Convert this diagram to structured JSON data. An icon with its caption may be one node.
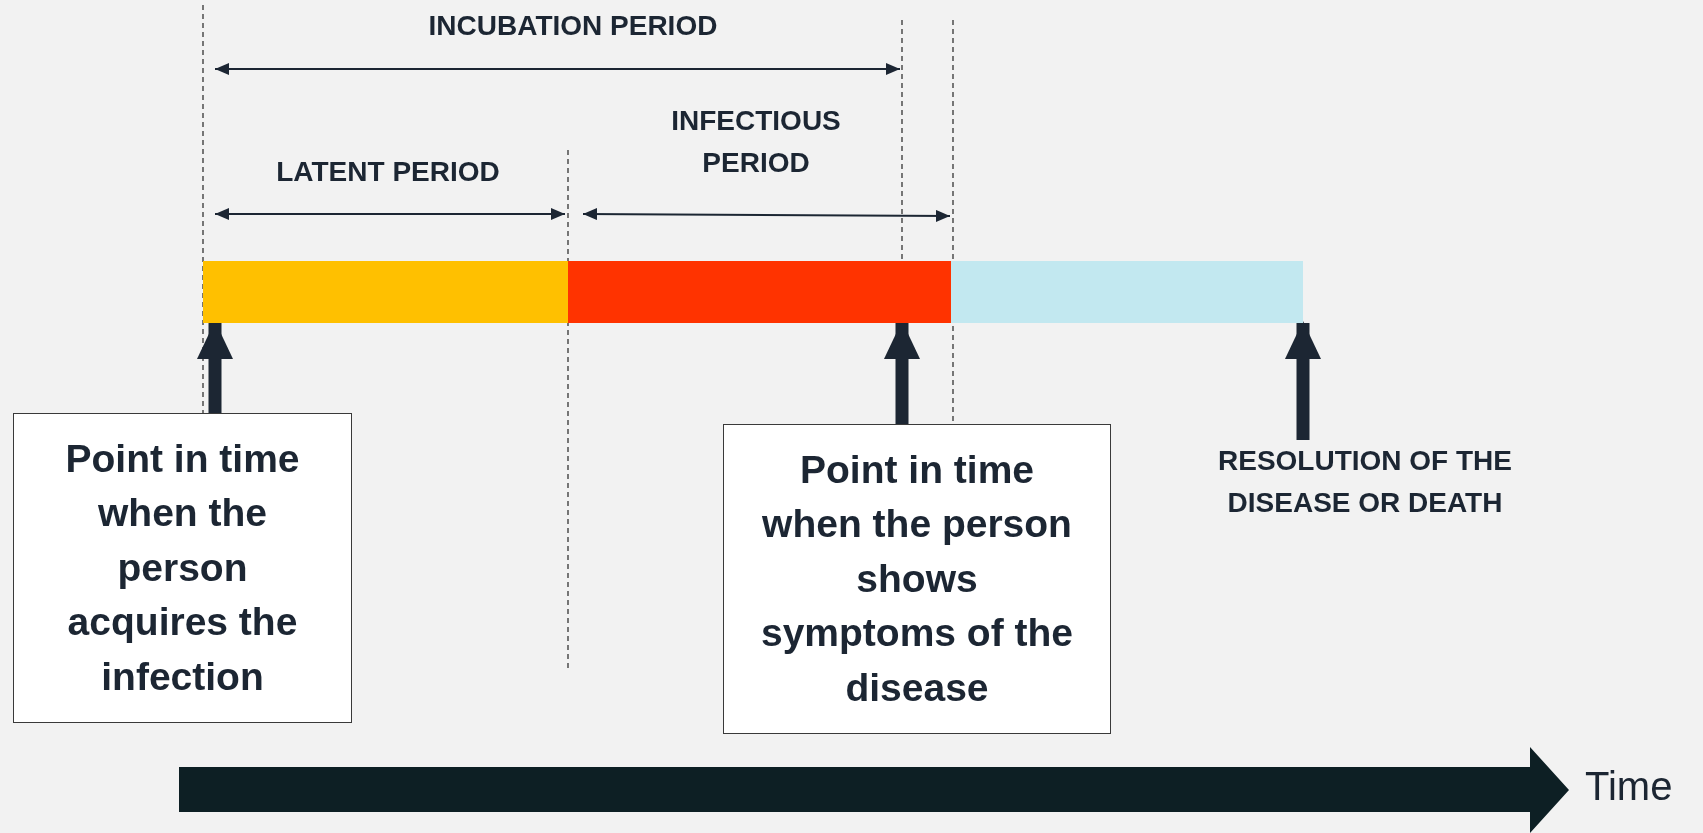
{
  "diagram": {
    "nodes": [
      {
        "text": [],
        "shape": "bar"
      },
      {
        "text": [],
        "shape": "bar"
      },
      {
        "text": [],
        "shape": "bar"
      },
      {
        "text": [
          "Point in time when the person acquires the infection"
        ]
      },
      {
        "text": [
          "Point in time when the person shows symptoms of the disease"
        ]
      },
      {
        "text": [
          "RESOLUTION OF THE DISEASE OR DEATH"
        ]
      }
    ],
    "edges": [
      {
        "from": 3,
        "to": 0,
        "arrow": "to"
      },
      {
        "from": 4,
        "to": 1,
        "arrow": "to"
      },
      {
        "from": 5,
        "to": 2,
        "arrow": "to"
      }
    ],
    "labels": [
      "INCUBATION PERIOD",
      "LATENT PERIOD",
      "INFECTIOUS PERIOD",
      "Time"
    ]
  }
}
